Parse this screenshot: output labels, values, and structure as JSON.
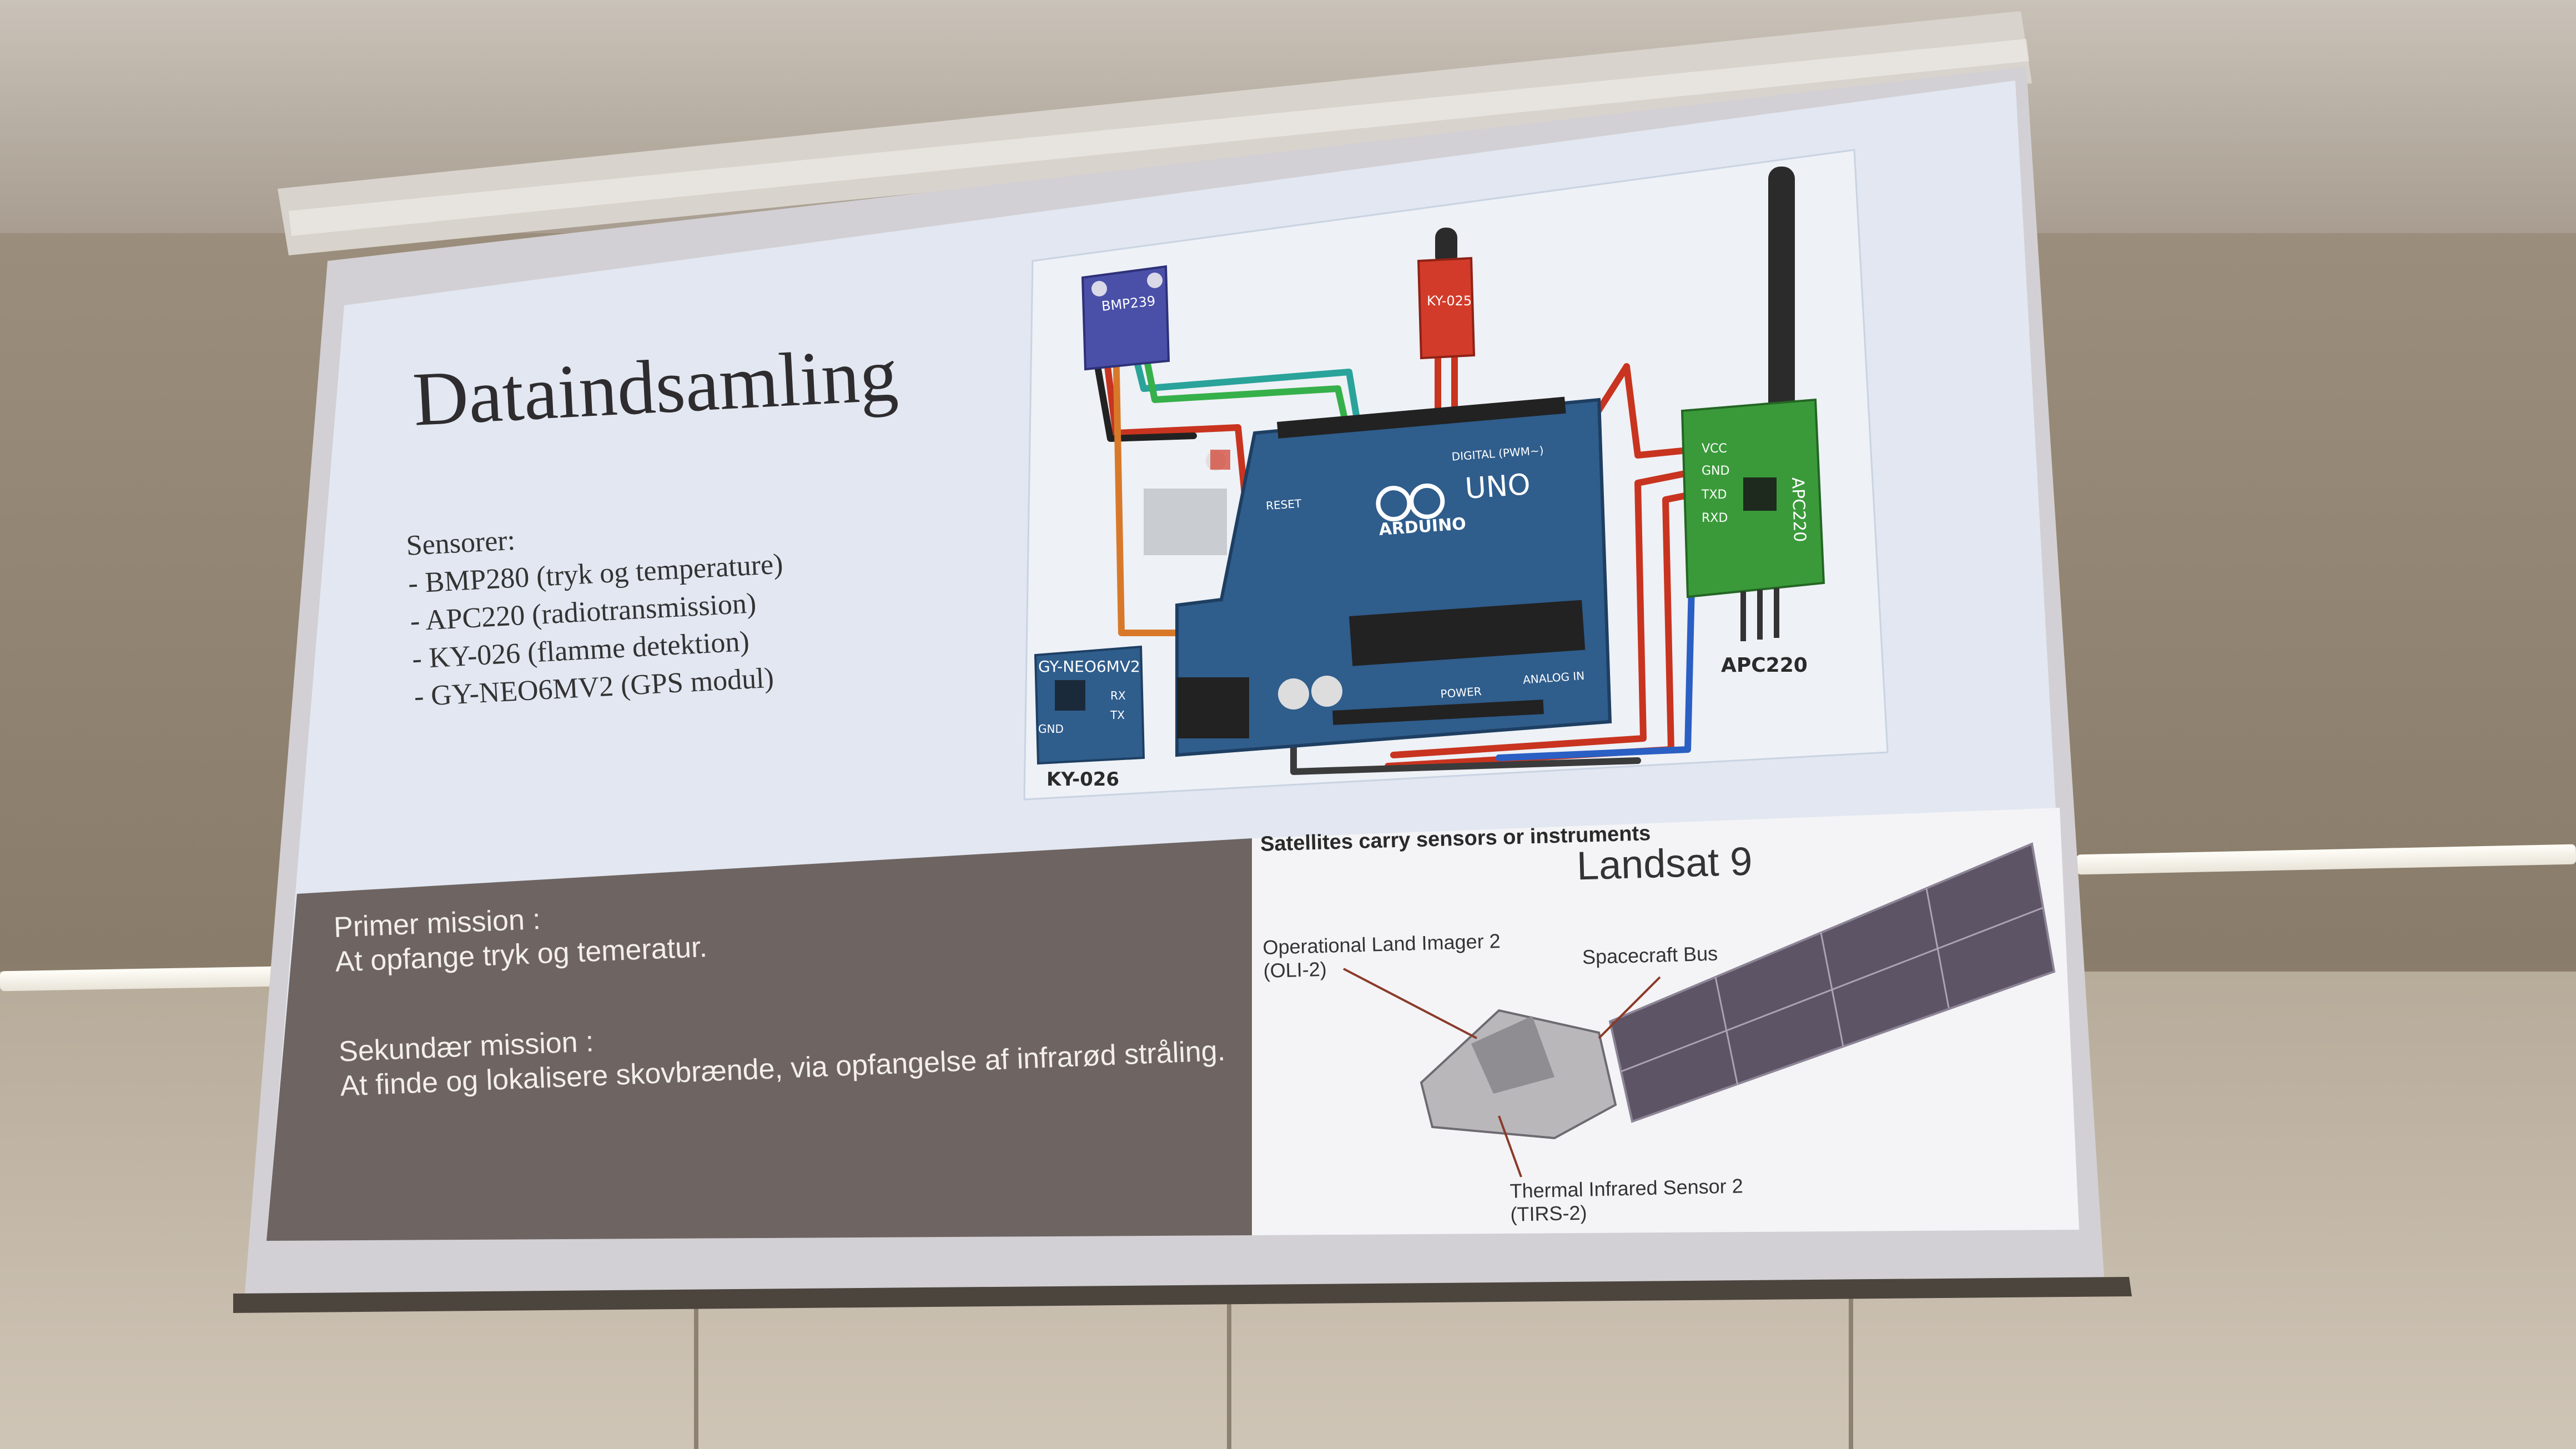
{
  "slide": {
    "title": "Dataindsamling",
    "sensors_heading": "Sensorer:",
    "sensors": [
      "- BMP280 (tryk og temperature)",
      "- APC220 (radiotransmission)",
      "- KY-026 (flamme detektion)",
      "- GY-NEO6MV2 (GPS modul)"
    ],
    "primary_heading": "Primer mission :",
    "primary_text": "At opfange tryk og temeratur.",
    "secondary_heading": "Sekundær mission :",
    "secondary_text": "At finde og lokalisere skovbrænde, via opfangelse af infrarød stråling."
  },
  "circuit": {
    "bmp_label": "BMP239",
    "flame_label": "KY-025",
    "gps_label": "GY-NEO6MV2",
    "ky026_label": "KY-026",
    "board_brand": "ARDUINO",
    "board_model": "UNO",
    "digital_label": "DIGITAL (PWM~)",
    "analog_label": "ANALOG IN",
    "power_label": "POWER",
    "reset_label": "RESET",
    "apc_label": "APC220",
    "apc_module_label": "APC220",
    "apc_pins": [
      "VCC",
      "GND",
      "TXD",
      "RXD"
    ],
    "gps_pins": [
      "RX",
      "TX",
      "GND"
    ]
  },
  "satellite": {
    "heading": "Satellites carry sensors or instruments",
    "name": "Landsat 9",
    "oli_line1": "Operational Land Imager 2",
    "oli_line2": "(OLI-2)",
    "bus": "Spacecraft Bus",
    "tirs_line1": "Thermal Infrared Sensor 2",
    "tirs_line2": "(TIRS-2)"
  },
  "colors": {
    "slide_bg": "#e2e7f1",
    "mission_panel": "#6e6462",
    "arduino_blue": "#2f5d8c",
    "bmp_purple": "#4a4fa8",
    "flame_red": "#d23b2a",
    "apc_green": "#3a9a3a",
    "wire_red": "#c8341f",
    "wire_teal": "#2aa39a",
    "wire_blue": "#2a5fc4",
    "wire_orange": "#d8792a"
  }
}
